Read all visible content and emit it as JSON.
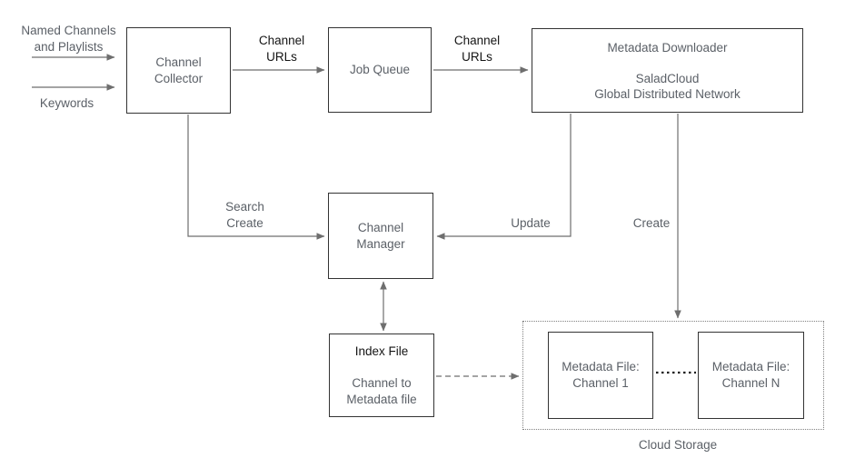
{
  "title": "Channel metadata pipeline diagram",
  "colors": {
    "background": "#ffffff",
    "box_border": "#333333",
    "box_text": "#5b6067",
    "emphasis_text": "#141414",
    "arrow": "#6e6e6e",
    "dotted_connector": "#1f1f1f",
    "container_border": "#818181"
  },
  "inputs": {
    "named_channels": "Named Channels\nand Playlists",
    "keywords": "Keywords"
  },
  "nodes": {
    "channel_collector": "Channel\nCollector",
    "job_queue": "Job Queue",
    "metadata_downloader": "Metadata Downloader\n\nSaladCloud\nGlobal Distributed Network",
    "channel_manager": "Channel\nManager",
    "index_file_title": "Index File",
    "index_file_subtitle": "Channel to\nMetadata file",
    "metadata_file_1": "Metadata File:\nChannel 1",
    "metadata_file_n": "Metadata File:\nChannel N"
  },
  "edge_labels": {
    "channel_urls_1": "Channel\nURLs",
    "channel_urls_2": "Channel\nURLs",
    "search_create": "Search\nCreate",
    "update": "Update",
    "create": "Create"
  },
  "containers": {
    "cloud_storage": "Cloud Storage"
  }
}
